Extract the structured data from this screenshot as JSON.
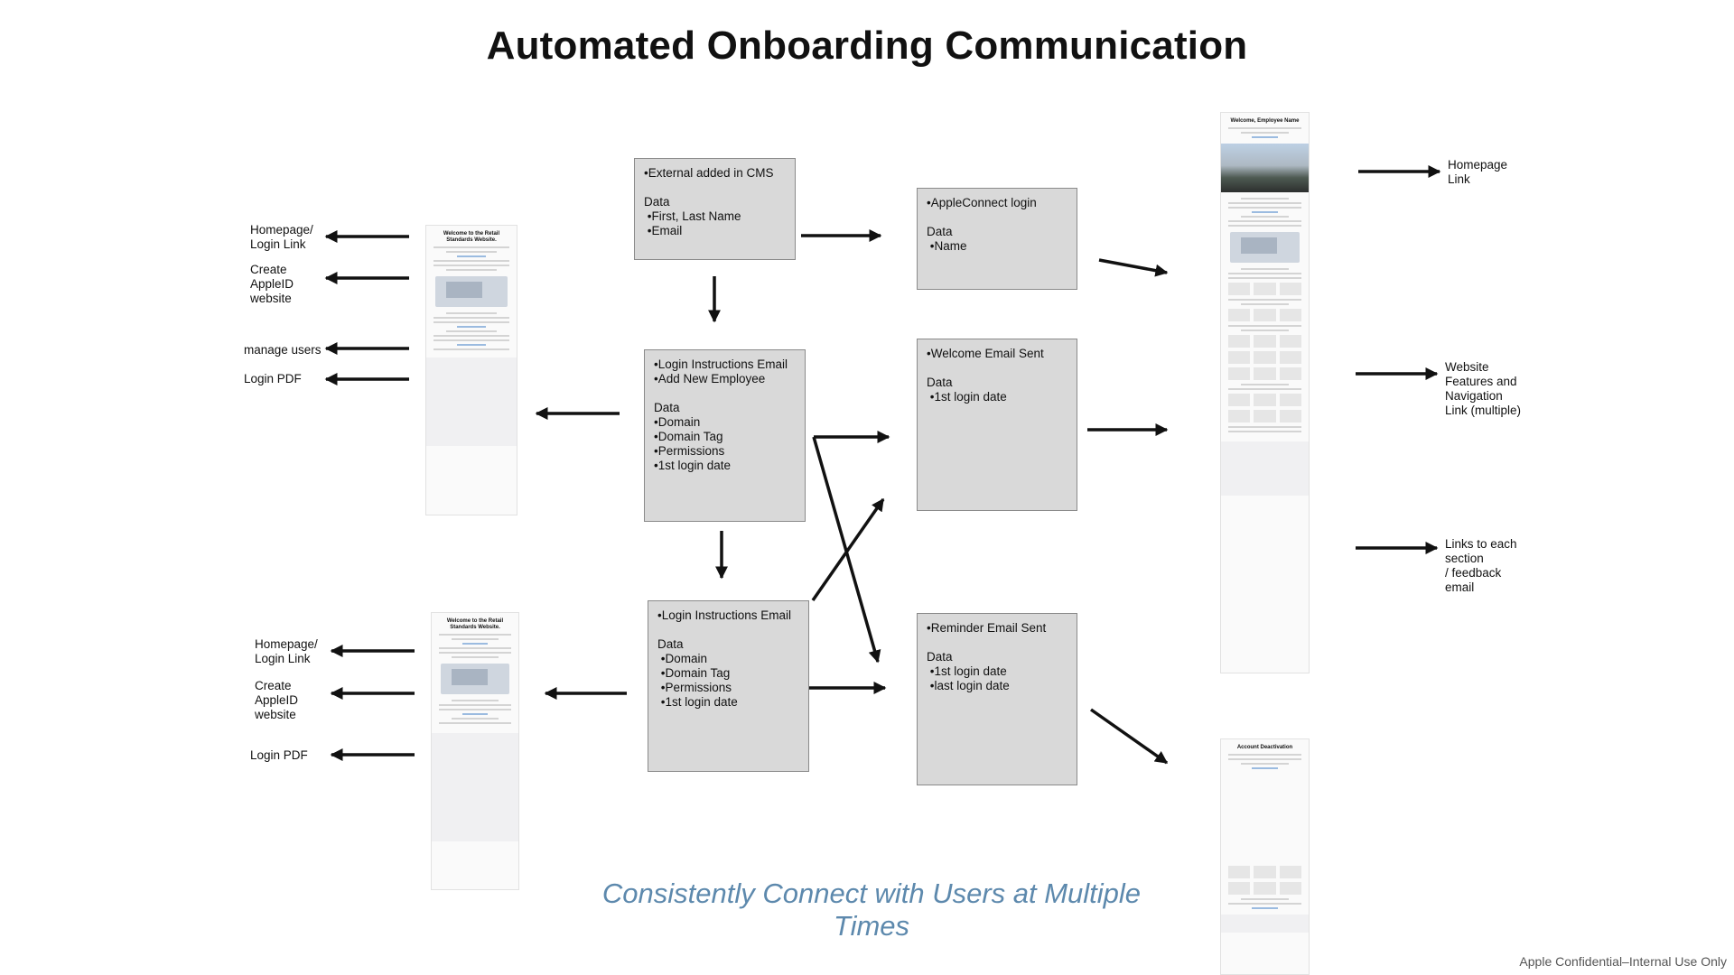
{
  "title": "Automated Onboarding Communication",
  "tagline": "Consistently Connect with Users at Multiple Times",
  "footer": "Apple Confidential–Internal Use Only",
  "boxes": {
    "cms": [
      "•External added in CMS",
      "",
      "Data",
      " •First, Last Name",
      " •Email"
    ],
    "login_new": [
      "•Login Instructions Email",
      "•Add New Employee",
      "",
      "Data",
      "•Domain",
      "•Domain Tag",
      "•Permissions",
      "•1st login date"
    ],
    "login": [
      "•Login Instructions Email",
      "",
      "Data",
      " •Domain",
      " •Domain Tag",
      " •Permissions",
      " •1st login date"
    ],
    "appleconnect": [
      "•AppleConnect login",
      "",
      "Data",
      " •Name"
    ],
    "welcome": [
      "•Welcome Email Sent",
      "",
      "Data",
      " •1st login date"
    ],
    "reminder": [
      "•Reminder Email Sent",
      "",
      "Data",
      " •1st login date",
      " •last login date"
    ]
  },
  "left_labels_top": {
    "homepage": [
      "Homepage/",
      "Login Link"
    ],
    "create": [
      "Create",
      "AppleID",
      "website"
    ],
    "manage": [
      "manage users"
    ],
    "pdf": [
      "Login PDF"
    ]
  },
  "left_labels_bottom": {
    "homepage": [
      "Homepage/",
      "Login Link"
    ],
    "create": [
      "Create",
      "AppleID",
      "website"
    ],
    "pdf": [
      "Login PDF"
    ]
  },
  "right_labels": {
    "homepage": [
      "Homepage",
      "Link"
    ],
    "features": [
      "Website",
      "Features and",
      "Navigation",
      "Link (multiple)"
    ],
    "sections": [
      "Links to each",
      "section",
      "/ feedback",
      "email"
    ]
  },
  "thumbnails": {
    "login_top_heading": "Welcome to the Retail Standards Website.",
    "login_bottom_heading": "Welcome to the Retail Standards Website.",
    "welcome_heading": "Welcome, Employee Name",
    "deactivation_heading": "Account Deactivation"
  }
}
